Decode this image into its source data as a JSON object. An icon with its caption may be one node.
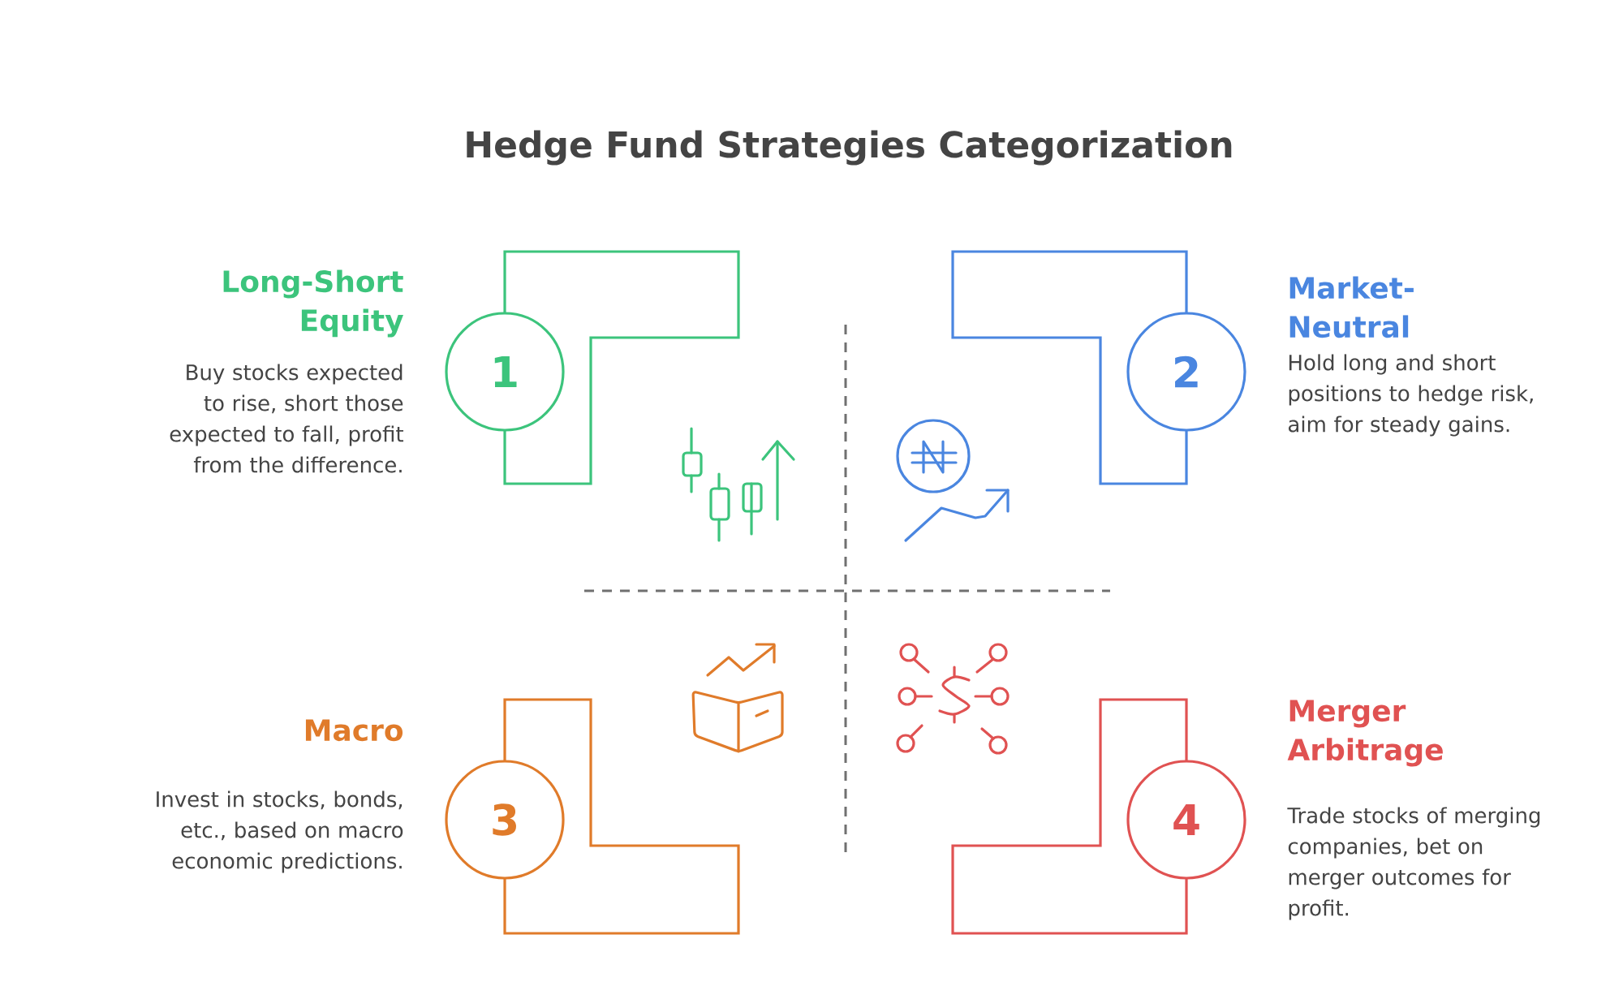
{
  "diagram": {
    "title": "Hedge Fund Strategies Categorization",
    "nodes": [
      {
        "text": [
          "1"
        ],
        "beside": [
          "Long-Short Equity",
          "Buy stocks expected to rise, short those expected to fall, profit from the difference."
        ]
      },
      {
        "text": [
          "2"
        ],
        "beside": [
          "Market-Neutral",
          "Hold long and short positions to hedge risk, aim for steady gains."
        ]
      },
      {
        "text": [
          "3"
        ],
        "beside": [
          "Macro",
          "Invest in stocks, bonds, etc., based on macro economic predictions."
        ]
      },
      {
        "text": [
          "4"
        ],
        "beside": [
          "Merger Arbitrage",
          "Trade stocks of merging companies, bet on merger outcomes for profit."
        ]
      }
    ]
  }
}
